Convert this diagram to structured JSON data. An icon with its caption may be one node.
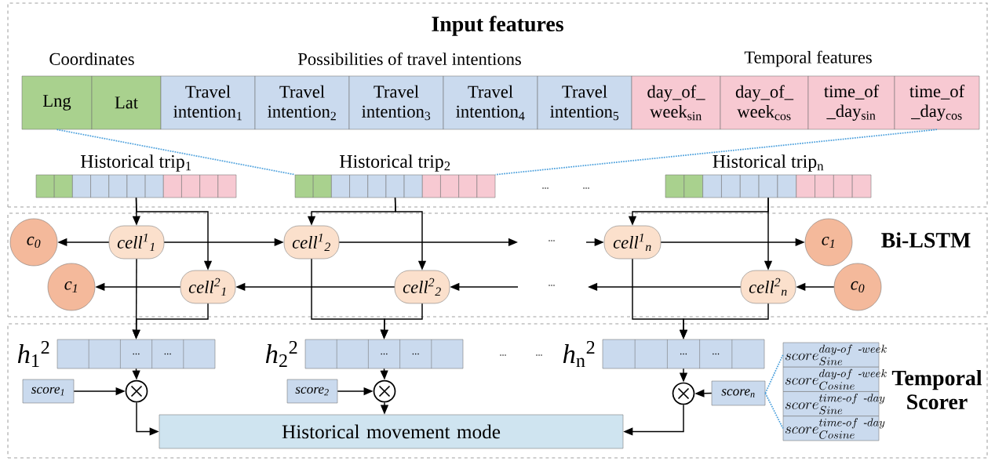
{
  "diagram": {
    "nodes": [
      {
        "text": [
          "Input features"
        ]
      },
      {
        "text": [
          "Lng"
        ],
        "in": 0
      },
      {
        "text": [
          "Lat"
        ],
        "in": 0
      },
      {
        "text": [
          "Travel intention$_{1}$"
        ],
        "in": 0
      },
      {
        "text": [
          "Travel intention$_{2}$"
        ],
        "in": 0
      },
      {
        "text": [
          "Travel intention$_{3}$"
        ],
        "in": 0
      },
      {
        "text": [
          "Travel intention$_{4}$"
        ],
        "in": 0
      },
      {
        "text": [
          "Travel intention$_{5}$"
        ],
        "in": 0
      },
      {
        "text": [
          "day_of_ week$_{sin}$"
        ],
        "in": 0
      },
      {
        "text": [
          "day_of_ week$_{cos}$"
        ],
        "in": 0
      },
      {
        "text": [
          "time_of _day$_{sin}$"
        ],
        "in": 0
      },
      {
        "text": [
          "time_of _day$_{cos}$"
        ],
        "in": 0
      },
      {
        "text": [
          "Historical trip$_{1}$"
        ],
        "in": 0
      },
      {
        "text": [
          "Historical trip$_{2}$"
        ],
        "in": 0
      },
      {
        "text": [
          "Historical trip$_{n}$"
        ],
        "in": 0
      },
      {
        "text": [
          "Bi-LSTM"
        ]
      },
      {
        "text": [
          "c$_{0}$"
        ],
        "in": 15
      },
      {
        "text": [
          "cell$^{1}$$_{1}$"
        ],
        "in": 15
      },
      {
        "text": [
          "cell$^{1}$$_{2}$"
        ],
        "in": 15
      },
      {
        "text": [
          "cell$^{1}$$_{n}$"
        ],
        "in": 15
      },
      {
        "text": [
          "c$_{1}$"
        ],
        "in": 15
      },
      {
        "text": [
          "c$_{1}$"
        ],
        "in": 15
      },
      {
        "text": [
          "cell$^{2}$$_{1}$"
        ],
        "in": 15
      },
      {
        "text": [
          "cell$^{2}$$_{2}$"
        ],
        "in": 15
      },
      {
        "text": [
          "cell$^{2}$$_{n}$"
        ],
        "in": 15
      },
      {
        "text": [
          "c$_{0}$"
        ],
        "in": 15
      },
      {
        "text": [
          "Temporal Scorer"
        ]
      },
      {
        "text": [
          "...",
          "..."
        ],
        "beside": [
          "*h*$_{1}$$^{2}$"
        ],
        "in": 26
      },
      {
        "text": [
          "...",
          "..."
        ],
        "beside": [
          "*h*$_{2}$$^{2}$"
        ],
        "in": 26
      },
      {
        "text": [
          "...",
          "..."
        ],
        "beside": [
          "*h*$_{n}$$^{2}$"
        ],
        "in": 26
      },
      {
        "text": [
          "score$_{1}$"
        ],
        "in": 26
      },
      {
        "text": [],
        "shape": "circle",
        "in": 26
      },
      {
        "text": [
          "score$_{2}$"
        ],
        "in": 26
      },
      {
        "text": [],
        "shape": "circle",
        "in": 26
      },
      {
        "text": [
          "score$_{n}$"
        ],
        "in": 26
      },
      {
        "text": [],
        "shape": "circle",
        "in": 26
      },
      {
        "text": [
          "Historical movement mode"
        ],
        "in": 26
      },
      {
        "text": [
          "score_{Sine}^{day\\text{-}of\\ \\text{-}week}"
        ],
        "in": 26
      },
      {
        "text": [
          "score_{Cosine}^{day\\text{-}of\\ \\text{-}week}"
        ],
        "in": 26
      },
      {
        "text": [
          "score_{Sine}^{time\\text{-}of\\ \\text{-}day}"
        ],
        "in": 26
      },
      {
        "text": [
          "score_{Cosine}^{time\\text{-}of\\ \\text{-}day}"
        ],
        "in": 26
      }
    ],
    "edges": [
      {
        "from": 1,
        "to": 13,
        "arrow": "none",
        "style": "dashed",
        "color": "#4a9fdc"
      },
      {
        "from": 11,
        "to": 13,
        "arrow": "none",
        "style": "dashed",
        "color": "#4a9fdc"
      },
      {
        "from": 12,
        "to": 17,
        "arrow": "to"
      },
      {
        "from": 12,
        "to": 22,
        "arrow": "to"
      },
      {
        "from": 13,
        "to": 18,
        "arrow": "to"
      },
      {
        "from": 13,
        "to": 23,
        "arrow": "to"
      },
      {
        "from": 14,
        "to": 19,
        "arrow": "to"
      },
      {
        "from": 14,
        "to": 24,
        "arrow": "to"
      },
      {
        "from": 17,
        "to": 16,
        "arrow": "to"
      },
      {
        "from": 17,
        "to": 18,
        "arrow": "to"
      },
      {
        "from": 18,
        "to": null,
        "arrow": "to"
      },
      {
        "from": null,
        "to": 19,
        "arrow": "to"
      },
      {
        "from": 19,
        "to": 20,
        "arrow": "to"
      },
      {
        "from": 25,
        "to": 24,
        "arrow": "to"
      },
      {
        "from": 24,
        "to": null,
        "arrow": "to"
      },
      {
        "from": null,
        "to": 23,
        "arrow": "to"
      },
      {
        "from": 23,
        "to": 22,
        "arrow": "to"
      },
      {
        "from": 22,
        "to": 21,
        "arrow": "to"
      },
      {
        "from": 17,
        "to": 27,
        "arrow": "to"
      },
      {
        "from": 22,
        "to": 27,
        "arrow": "to"
      },
      {
        "from": 18,
        "to": 28,
        "arrow": "to"
      },
      {
        "from": 23,
        "to": 28,
        "arrow": "to"
      },
      {
        "from": 19,
        "to": 29,
        "arrow": "to"
      },
      {
        "from": 24,
        "to": 29,
        "arrow": "to"
      },
      {
        "from": 27,
        "to": 31,
        "arrow": "to"
      },
      {
        "from": 30,
        "to": 31,
        "arrow": "to"
      },
      {
        "from": 31,
        "to": 36,
        "arrow": "to"
      },
      {
        "from": 28,
        "to": 33,
        "arrow": "to"
      },
      {
        "from": 32,
        "to": 33,
        "arrow": "to"
      },
      {
        "from": 33,
        "to": 36,
        "arrow": "to"
      },
      {
        "from": 29,
        "to": 35,
        "arrow": "to"
      },
      {
        "from": 34,
        "to": 35,
        "arrow": "to"
      },
      {
        "from": 35,
        "to": 36,
        "arrow": "to"
      },
      {
        "from": 34,
        "to": 37,
        "arrow": "none",
        "style": "dashed",
        "color": "#4a9fdc"
      },
      {
        "from": 34,
        "to": 40,
        "arrow": "none",
        "style": "dashed",
        "color": "#4a9fdc"
      }
    ],
    "labels": [
      "Coordinates",
      "Possibilities of travel intentions",
      "Temporal features",
      "...",
      "...",
      "...",
      "...",
      "...",
      "..."
    ]
  }
}
